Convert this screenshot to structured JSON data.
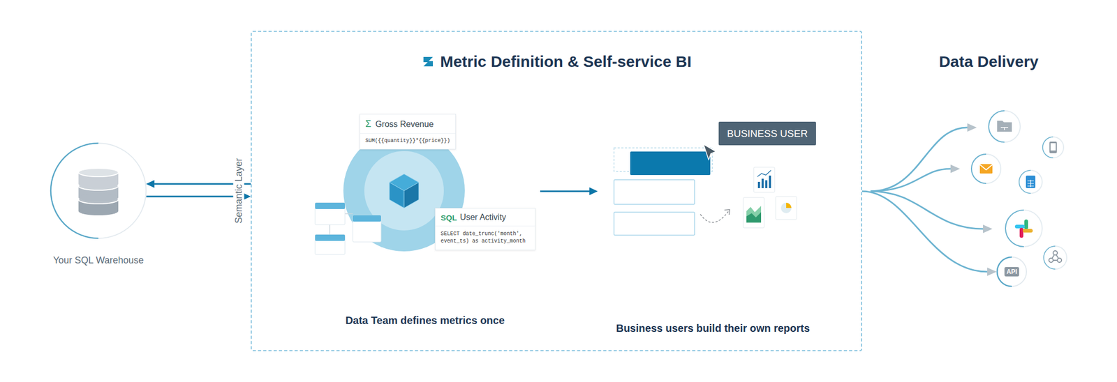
{
  "diagram": {
    "nodes": [
      {
        "text": [
          "Your SQL Warehouse"
        ]
      },
      {
        "text": [
          "Metric Definition & Self-service BI"
        ]
      },
      {
        "text": [
          "Data Team defines metrics once"
        ],
        "in": 1
      },
      {
        "text": [
          "Σ",
          "Gross Revenue",
          "SUM({{quantity}}*{{price}})"
        ],
        "in": 2
      },
      {
        "text": [
          "SQL",
          "User Activity",
          "SELECT date_trunc('month', event_ts) as activity_month"
        ],
        "in": 2
      },
      {
        "text": [
          "Business users build their own reports"
        ],
        "in": 1
      },
      {
        "text": [
          "BUSINESS USER"
        ],
        "in": 5
      },
      {
        "text": [
          "API"
        ]
      }
    ],
    "edges": [
      {
        "from": 0,
        "to": 1,
        "arrow": "to"
      },
      {
        "from": 1,
        "to": 0,
        "arrow": "to"
      },
      {
        "from": 2,
        "to": 5,
        "arrow": "to"
      },
      {
        "from": 1,
        "to": 7,
        "arrow": "to"
      }
    ],
    "labels": [
      "Semantic Layer",
      "Data Delivery"
    ]
  }
}
